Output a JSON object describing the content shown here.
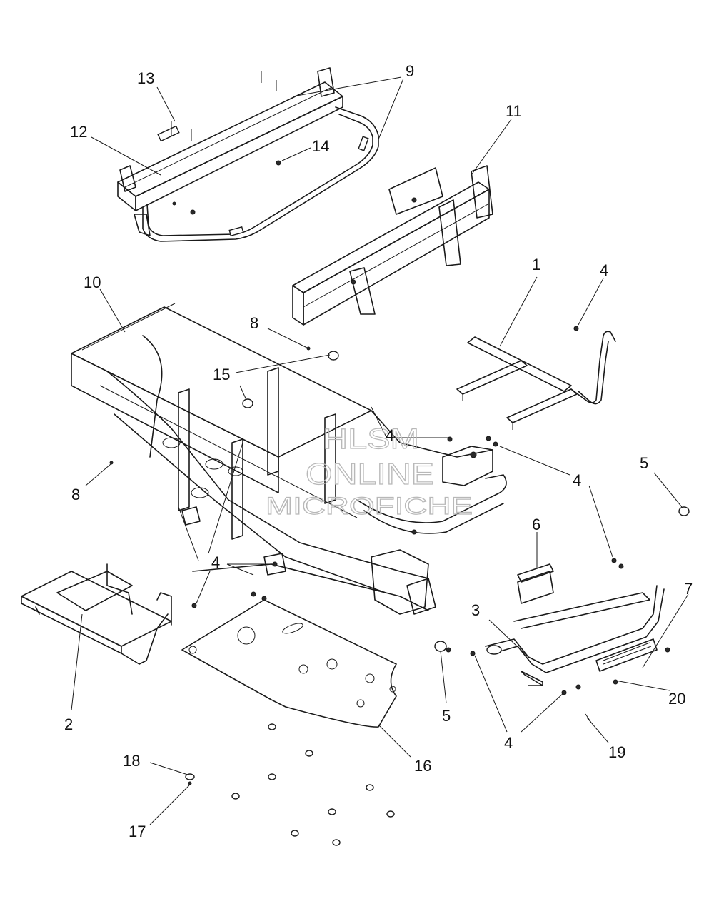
{
  "diagram": {
    "watermark_lines": [
      "HLSM",
      "ONLINE",
      "MICROFICHE"
    ],
    "callouts": [
      {
        "id": "c-1",
        "text": "1"
      },
      {
        "id": "c-2",
        "text": "2"
      },
      {
        "id": "c-3",
        "text": "3"
      },
      {
        "id": "c-4a",
        "text": "4"
      },
      {
        "id": "c-4b",
        "text": "4"
      },
      {
        "id": "c-4c",
        "text": "4"
      },
      {
        "id": "c-4d",
        "text": "4"
      },
      {
        "id": "c-4e",
        "text": "4"
      },
      {
        "id": "c-5a",
        "text": "5"
      },
      {
        "id": "c-5b",
        "text": "5"
      },
      {
        "id": "c-6",
        "text": "6"
      },
      {
        "id": "c-7",
        "text": "7"
      },
      {
        "id": "c-8a",
        "text": "8"
      },
      {
        "id": "c-8b",
        "text": "8"
      },
      {
        "id": "c-9",
        "text": "9"
      },
      {
        "id": "c-10",
        "text": "10"
      },
      {
        "id": "c-11",
        "text": "11"
      },
      {
        "id": "c-12",
        "text": "12"
      },
      {
        "id": "c-13",
        "text": "13"
      },
      {
        "id": "c-14",
        "text": "14"
      },
      {
        "id": "c-15",
        "text": "15"
      },
      {
        "id": "c-16",
        "text": "16"
      },
      {
        "id": "c-17",
        "text": "17"
      },
      {
        "id": "c-18",
        "text": "18"
      },
      {
        "id": "c-19",
        "text": "19"
      },
      {
        "id": "c-20",
        "text": "20"
      }
    ]
  }
}
